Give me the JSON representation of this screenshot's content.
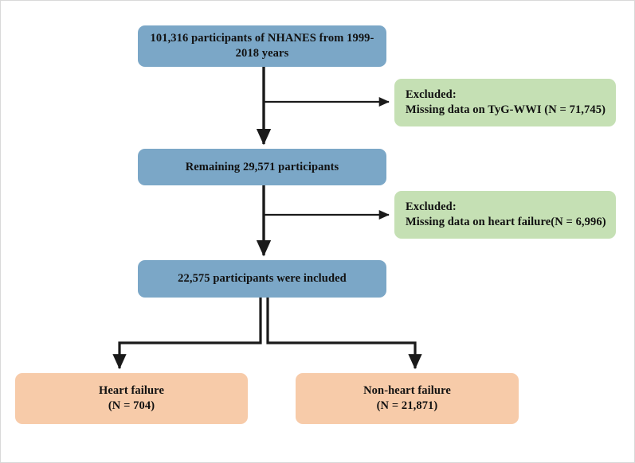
{
  "diagram": {
    "type": "flowchart",
    "title_present": false,
    "colors": {
      "blue_box": "#7BA7C7",
      "green_box": "#C5E0B4",
      "peach_box": "#F7CBA9",
      "connector": "#1A1A1A",
      "text": "#111111",
      "background": "#FFFFFF"
    },
    "nodes": {
      "total_participants": {
        "label": "101,316 participants of NHANES from 1999-2018 years",
        "kind": "blue"
      },
      "excluded_tygwwi": {
        "label": "Excluded:\nMissing data on TyG-WWI (N = 71,745)",
        "kind": "green"
      },
      "remaining_participants": {
        "label": "Remaining 29,571 participants",
        "kind": "blue"
      },
      "excluded_heart_failure": {
        "label": "Excluded:\nMissing data on heart failure(N = 6,996)",
        "kind": "green"
      },
      "included_participants": {
        "label": "22,575 participants were included",
        "kind": "blue"
      },
      "heart_failure_group": {
        "label": "Heart failure\n(N = 704)",
        "kind": "peach"
      },
      "non_heart_failure_group": {
        "label": "Non-heart failure\n(N = 21,871)",
        "kind": "peach"
      }
    },
    "edges": [
      {
        "from": "total_participants",
        "to": "remaining_participants",
        "style": "vertical-arrow"
      },
      {
        "from": "total_participants",
        "to": "excluded_tygwwi",
        "style": "branch-right-arrow"
      },
      {
        "from": "remaining_participants",
        "to": "included_participants",
        "style": "vertical-arrow"
      },
      {
        "from": "remaining_participants",
        "to": "excluded_heart_failure",
        "style": "branch-right-arrow"
      },
      {
        "from": "included_participants",
        "to": "heart_failure_group",
        "style": "split-left-arrow"
      },
      {
        "from": "included_participants",
        "to": "non_heart_failure_group",
        "style": "split-right-arrow"
      }
    ]
  }
}
